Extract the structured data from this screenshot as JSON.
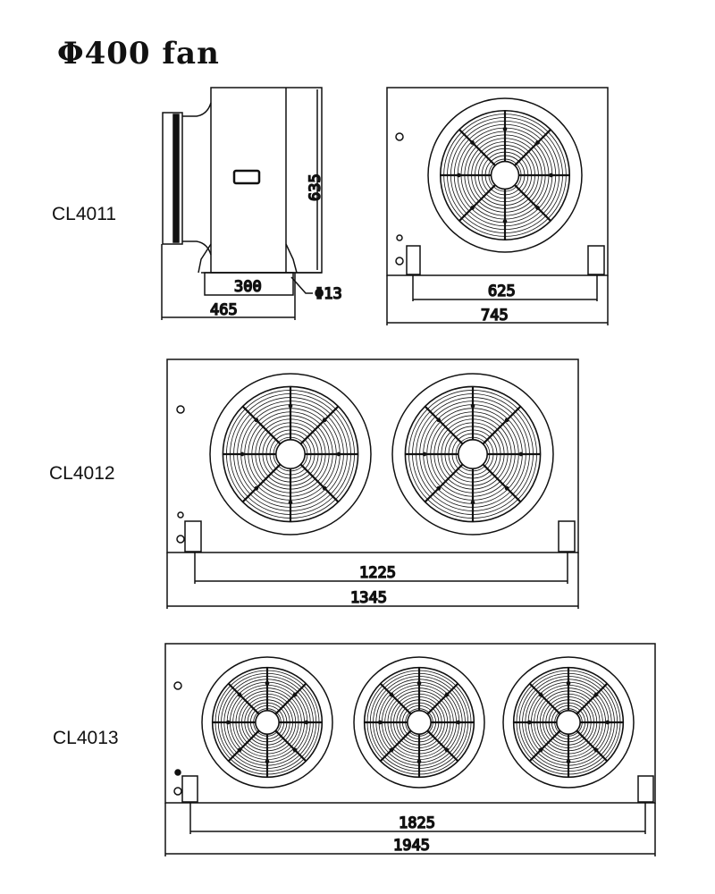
{
  "title": "Φ400 fan",
  "models": [
    {
      "name": "CL4011",
      "fans": 1,
      "dims": {
        "width_overall": "745",
        "bracket_span": "625",
        "height": "635",
        "depth_overall": "465",
        "depth_base": "300",
        "hole": "Φ13"
      }
    },
    {
      "name": "CL4012",
      "fans": 2,
      "dims": {
        "width_overall": "1345",
        "bracket_span": "1225"
      }
    },
    {
      "name": "CL4013",
      "fans": 3,
      "dims": {
        "width_overall": "1945",
        "bracket_span": "1825"
      }
    }
  ],
  "colors": {
    "line": "#111111",
    "background": "#ffffff"
  }
}
